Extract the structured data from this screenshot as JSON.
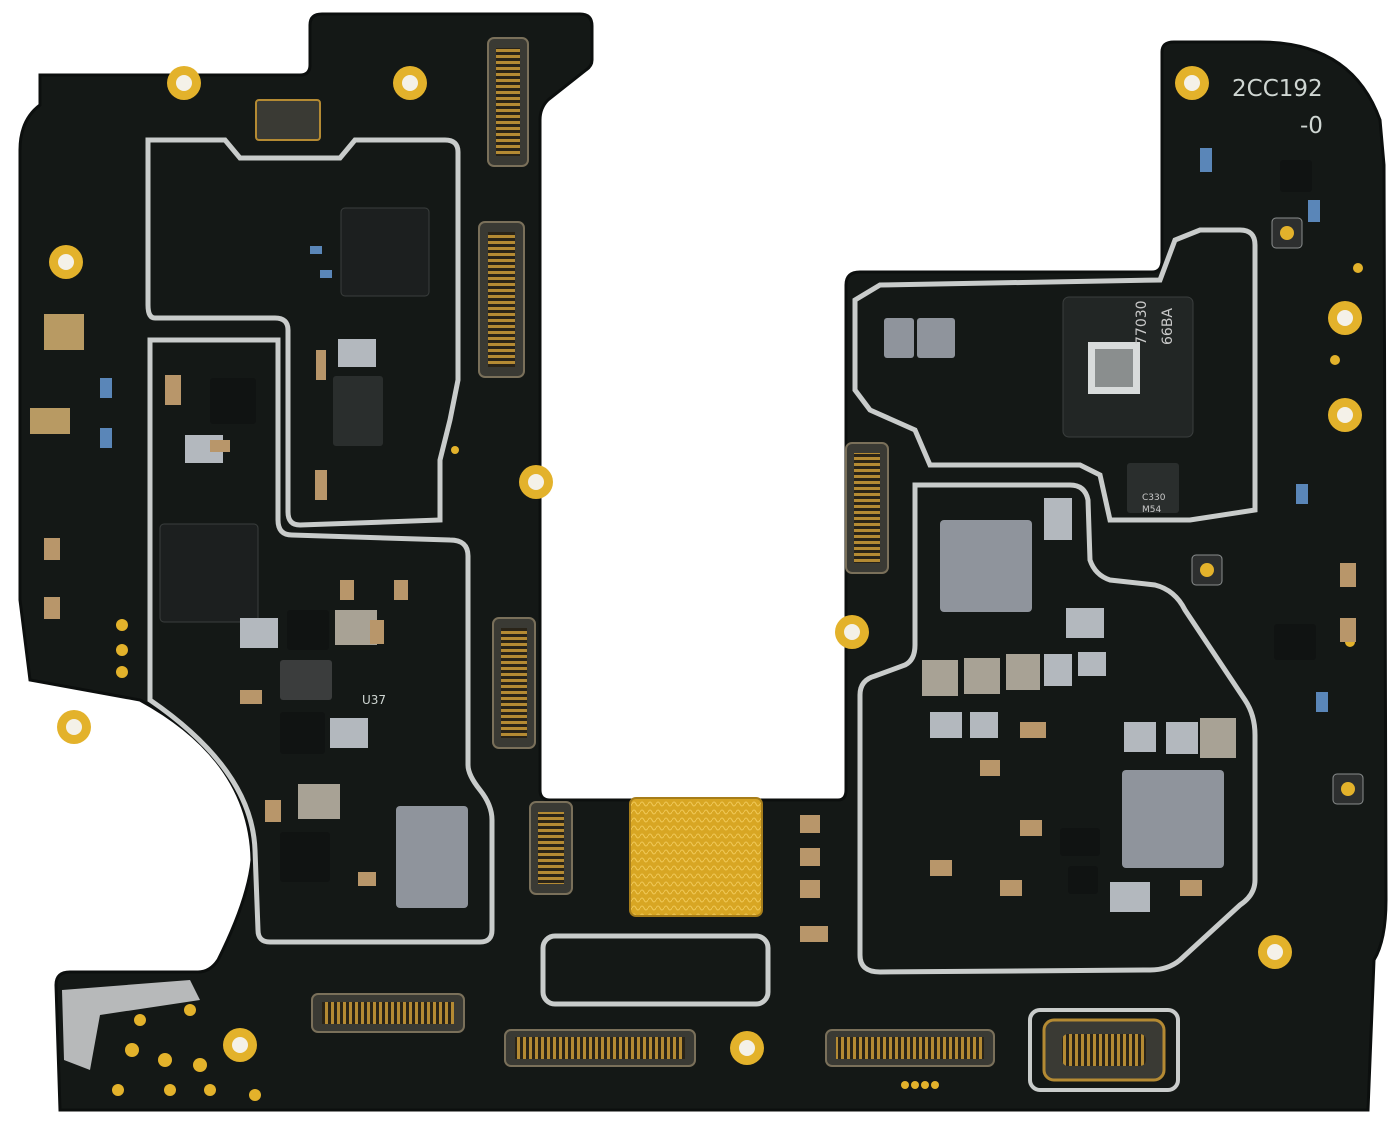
{
  "board": {
    "labels": {
      "part_number_line1": "2CC192",
      "part_number_line2": "-0",
      "chip_main_line1": "77030",
      "chip_main_line2": "66BA",
      "chip_small_line1": "C330",
      "chip_small_line2": "M54",
      "ref_u37": "U37"
    },
    "colors": {
      "background": "#ffffff",
      "pcb": "#141816",
      "pcb_edge": "#0c0f0e",
      "gold": "#e3b22b",
      "shield": "#c9cccb",
      "chip": "#1c1f1f",
      "component_grey": "#8f9499",
      "capacitor_tan": "#b8966a",
      "connector": "#2a2418"
    }
  }
}
